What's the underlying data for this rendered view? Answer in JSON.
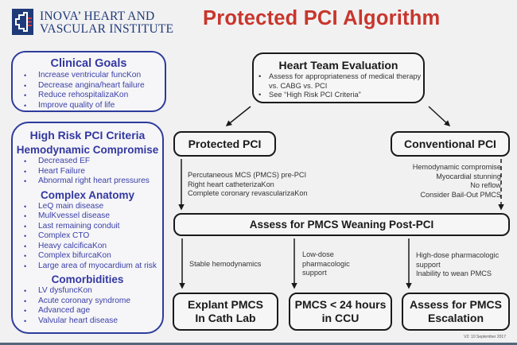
{
  "logo": {
    "icon": "inova-cross-logo-icon",
    "line1": "INOVA’ HEART AND",
    "line2": "VASCULAR INSTITUTE"
  },
  "title": "Protected PCI Algorithm",
  "clinical_goals": {
    "heading": "Clinical Goals",
    "items": [
      "Increase ventricular funcKon",
      "Decrease angina/heart failure",
      "Reduce rehospitalizaKon",
      "Improve quality of life"
    ]
  },
  "high_risk_criteria": {
    "heading": "High Risk PCI Criteria",
    "sections": [
      {
        "heading": "Hemodynamic Compromise",
        "items": [
          "Decreased EF",
          "Heart Failure",
          "Abnormal right heart pressures"
        ]
      },
      {
        "heading": "Complex Anatomy",
        "items": [
          "LeQ main disease",
          "MulKvessel disease",
          "Last remaining conduit",
          "Complex CTO",
          "Heavy calcificaKon",
          "Complex bifurcaKon",
          "Large area of myocardium at risk"
        ]
      },
      {
        "heading": "Comorbidities",
        "items": [
          "LV  dysfuncKon",
          "Acute coronary syndrome",
          "Advanced age",
          "Valvular heart disease"
        ]
      }
    ]
  },
  "flowchart": {
    "heart_team": {
      "heading": "Heart Team Evaluation",
      "items": [
        "Assess for appropriateness of medical therapy vs. CABG vs. PCI",
        "See “High Risk PCI Criteria”"
      ]
    },
    "protected_pci": {
      "heading": "Protected PCI",
      "notes": [
        "Percutaneous MCS (PMCS) pre-PCI",
        "Right heart catheterizaKon",
        "Complete coronary revascularizaKon"
      ]
    },
    "conventional_pci": {
      "heading": "Conventional  PCI",
      "notes": [
        "Hemodynamic compromise",
        "Myocardial stunning",
        "No reflow",
        "Consider Bail-Out PMCS"
      ]
    },
    "weaning": {
      "heading": "Assess for PMCS Weaning Post-PCI"
    },
    "branches": [
      {
        "notes": [
          "Stable hemodynamics"
        ],
        "outcome_line1": "Explant PMCS",
        "outcome_line2": "In Cath Lab"
      },
      {
        "notes": [
          "Low-dose",
          "pharmacologic",
          "support"
        ],
        "outcome_line1": "PMCS < 24 hours",
        "outcome_line2": "in CCU"
      },
      {
        "notes": [
          "High-dose pharmacologic",
          "support",
          "Inability to wean PMCS"
        ],
        "outcome_line1": "Assess for PMCS",
        "outcome_line2": "Escalation"
      }
    ]
  },
  "version": "V2: 10 September 2017",
  "colors": {
    "title_red": "#c8362c",
    "brand_blue": "#1f3a78",
    "panel_blue": "#2e3c9c",
    "logo_accent_red": "#d23a3a"
  }
}
